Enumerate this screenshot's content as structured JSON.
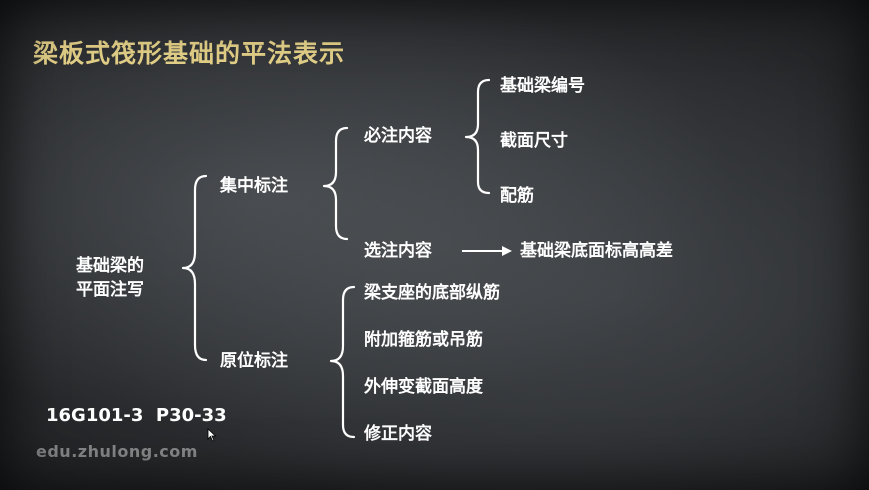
{
  "title": "梁板式筏形基础的平法表示",
  "root": "基础梁的\n平面注写",
  "root_lines": [
    "基础梁的",
    "平面注写"
  ],
  "branch_centralized": {
    "label": "集中标注",
    "mandatory": {
      "label": "必注内容",
      "items": [
        "基础梁编号",
        "截面尺寸",
        "配筋"
      ]
    },
    "optional": {
      "label": "选注内容",
      "target": "基础梁底面标高高差"
    }
  },
  "branch_inplace": {
    "label": "原位标注",
    "items": [
      "梁支座的底部纵筋",
      "附加箍筋或吊筋",
      "外伸变截面高度",
      "修正内容"
    ]
  },
  "reference": "16G101-3  P30-33",
  "watermark": "edu.zhulong.com",
  "colors": {
    "title": "#e2cf87",
    "text": "#ffffff",
    "board": "#2e3033"
  }
}
